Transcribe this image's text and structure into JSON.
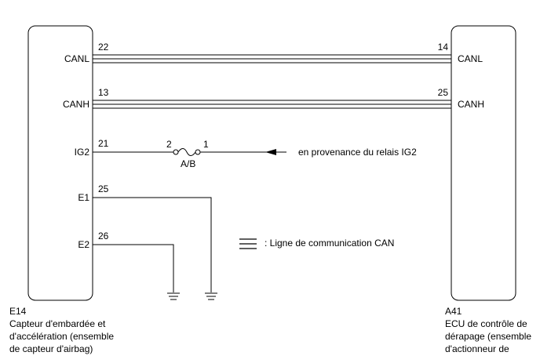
{
  "left_ecu": {
    "code": "E14",
    "lines": [
      "Capteur d'embardée et",
      "d'accélération (ensemble",
      "de capteur d'airbag)"
    ],
    "pins": {
      "canl_label": "CANL",
      "canl_num": "22",
      "canh_label": "CANH",
      "canh_num": "13",
      "ig2_label": "IG2",
      "ig2_num": "21",
      "e1_label": "E1",
      "e1_num": "25",
      "e2_label": "E2",
      "e2_num": "26"
    }
  },
  "right_ecu": {
    "code": "A41",
    "lines": [
      "ECU de contrôle de",
      "dérapage (ensemble",
      "d'actionneur de"
    ],
    "pins": {
      "canl_label": "CANL",
      "canl_num": "14",
      "canh_label": "CANH",
      "canh_num": "25"
    }
  },
  "fuse": {
    "name": "A/B",
    "pin_left": "2",
    "pin_right": "1"
  },
  "source_label": "en provenance du relais IG2",
  "legend_label": ": Ligne de communication CAN"
}
